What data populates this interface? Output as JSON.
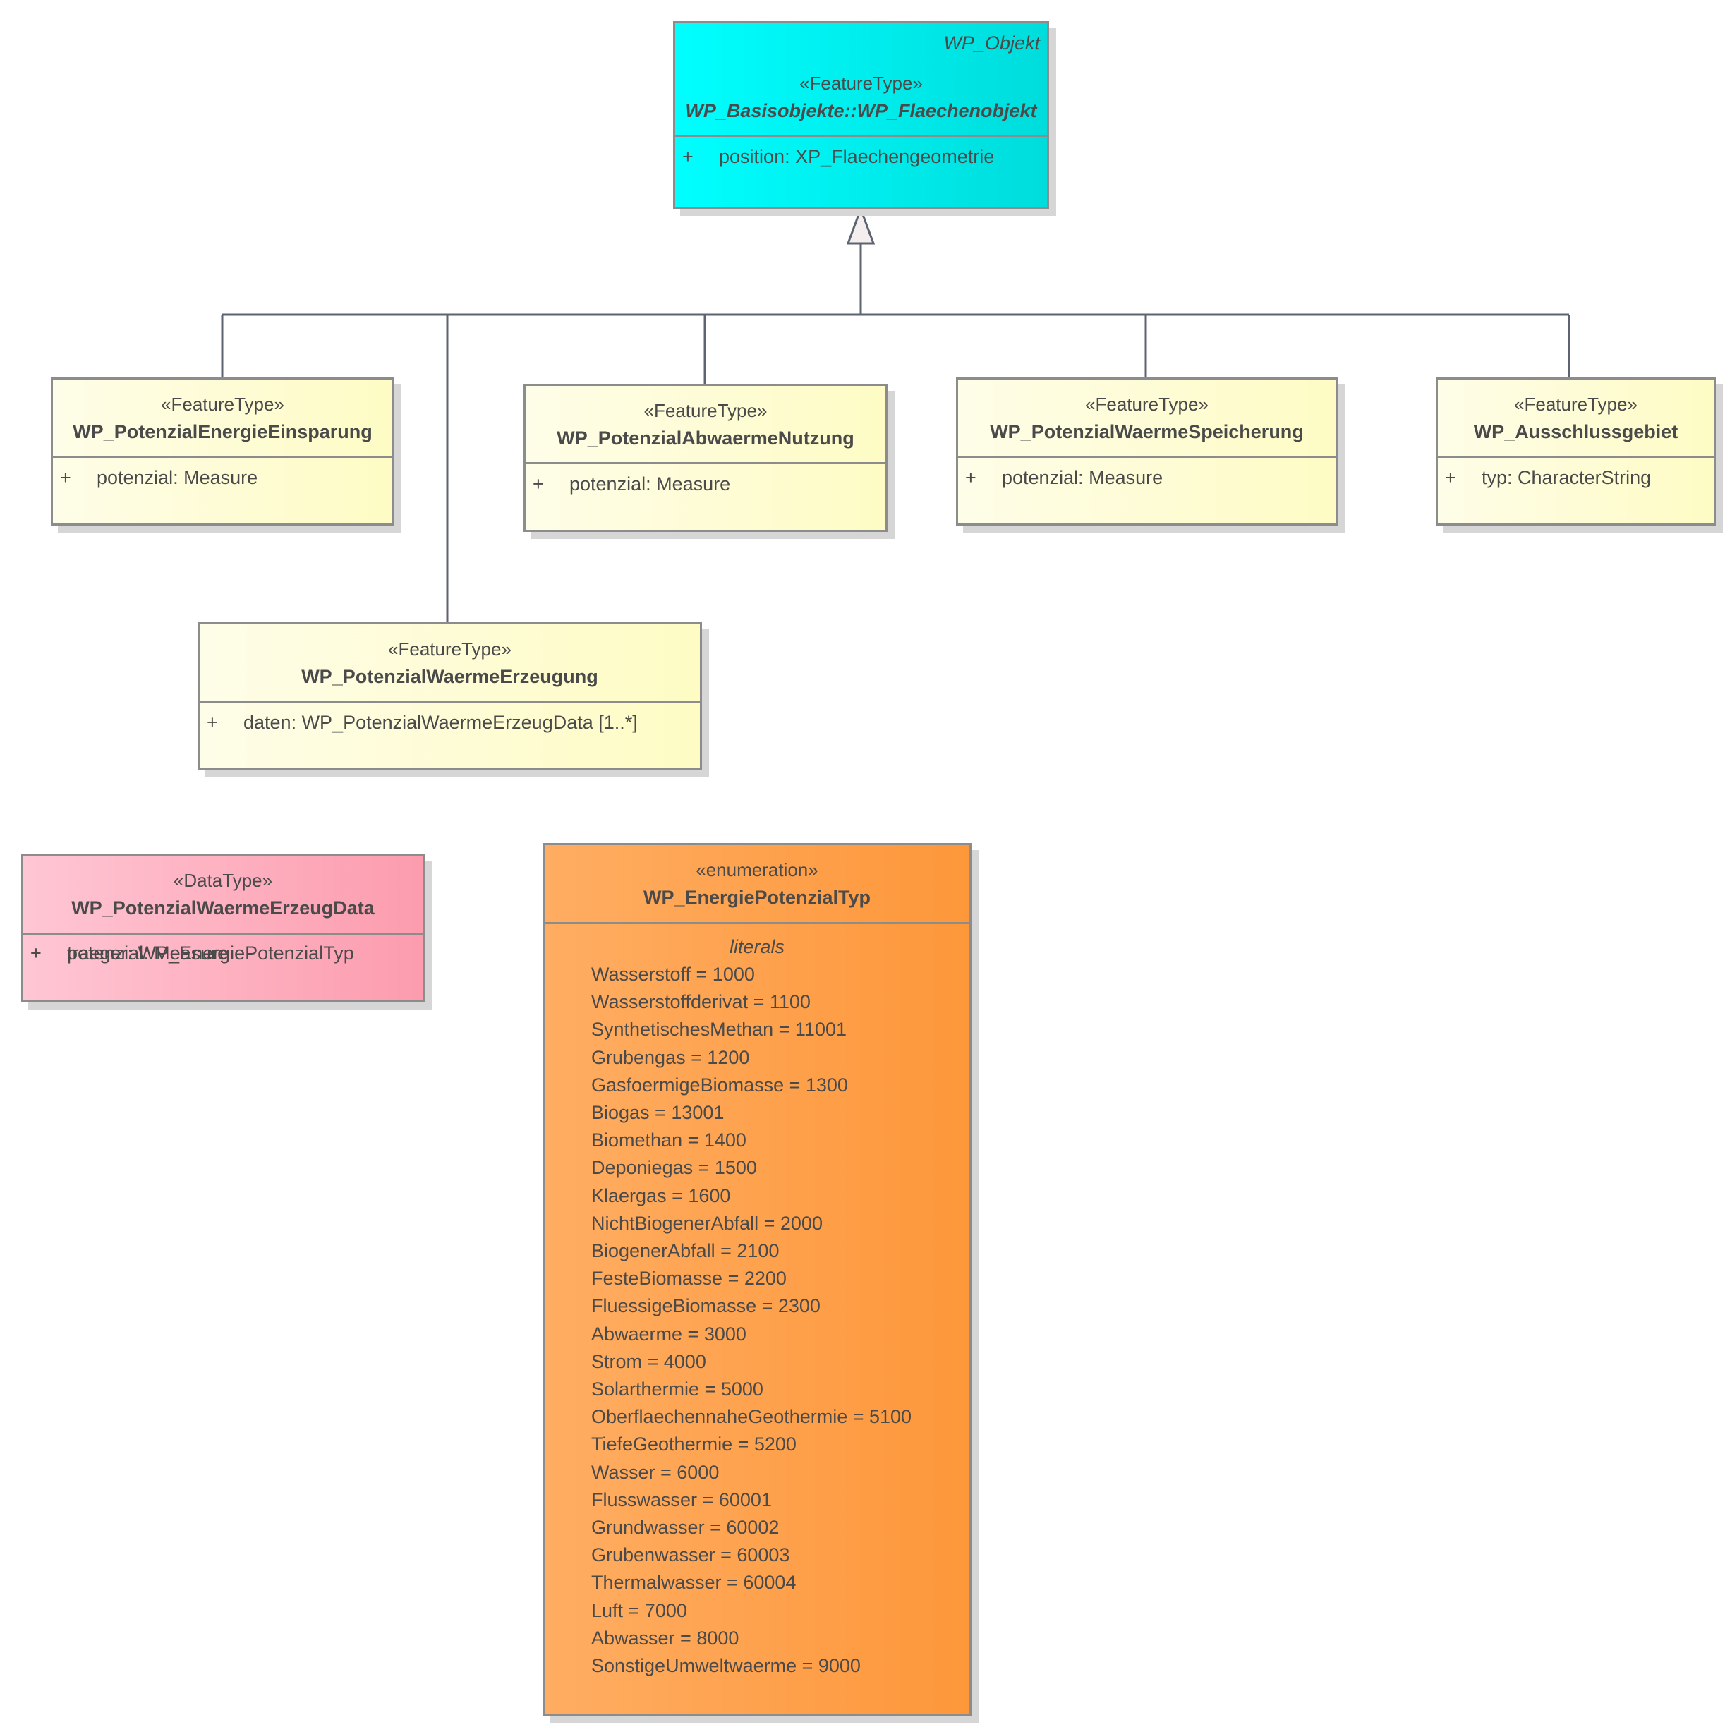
{
  "superclass": {
    "tag": "WP_Objekt",
    "stereotype": "«FeatureType»",
    "name": "WP_Basisobjekte::WP_Flaechenobjekt",
    "attributes": [
      {
        "visibility": "+",
        "text": "position: XP_Flaechengeometrie"
      }
    ]
  },
  "subclasses": {
    "energie_einsparung": {
      "stereotype": "«FeatureType»",
      "name": "WP_PotenzialEnergieEinsparung",
      "attributes": [
        {
          "visibility": "+",
          "text": "potenzial: Measure"
        }
      ]
    },
    "abwaerme_nutzung": {
      "stereotype": "«FeatureType»",
      "name": "WP_PotenzialAbwaermeNutzung",
      "attributes": [
        {
          "visibility": "+",
          "text": "potenzial: Measure"
        }
      ]
    },
    "waerme_speicherung": {
      "stereotype": "«FeatureType»",
      "name": "WP_PotenzialWaermeSpeicherung",
      "attributes": [
        {
          "visibility": "+",
          "text": "potenzial: Measure"
        }
      ]
    },
    "ausschlussgebiet": {
      "stereotype": "«FeatureType»",
      "name": "WP_Ausschlussgebiet",
      "attributes": [
        {
          "visibility": "+",
          "text": "typ: CharacterString"
        }
      ]
    },
    "waerme_erzeugung": {
      "stereotype": "«FeatureType»",
      "name": "WP_PotenzialWaermeErzeugung",
      "attributes": [
        {
          "visibility": "+",
          "text": "daten: WP_PotenzialWaermeErzeugData [1..*]"
        }
      ]
    }
  },
  "datatype": {
    "stereotype": "«DataType»",
    "name": "WP_PotenzialWaermeErzeugData",
    "attributes": [
      {
        "visibility": "+",
        "text": "traeger: WP_EnergiePotenzialTyp"
      },
      {
        "visibility": "+",
        "text": "potenzial: Measure"
      }
    ]
  },
  "enumeration": {
    "stereotype": "«enumeration»",
    "name": "WP_EnergiePotenzialTyp",
    "section_title": "literals",
    "literals": [
      "Wasserstoff = 1000",
      "Wasserstoffderivat = 1100",
      "SynthetischesMethan = 11001",
      "Grubengas = 1200",
      "GasfoermigeBiomasse = 1300",
      "Biogas = 13001",
      "Biomethan = 1400",
      "Deponiegas = 1500",
      "Klaergas = 1600",
      "NichtBiogenerAbfall = 2000",
      "BiogenerAbfall = 2100",
      "FesteBiomasse = 2200",
      "FluessigeBiomasse = 2300",
      "Abwaerme = 3000",
      "Strom = 4000",
      "Solarthermie = 5000",
      "OberflaechennaheGeothermie = 5100",
      "TiefeGeothermie = 5200",
      "Wasser = 6000",
      "Flusswasser = 60001",
      "Grundwasser = 60002",
      "Grubenwasser = 60003",
      "Thermalwasser = 60004",
      "Luft = 7000",
      "Abwasser = 8000",
      "SonstigeUmweltwaerme = 9000"
    ]
  },
  "colors": {
    "feature_type": "#fefcc4",
    "superclass": "#00ffff",
    "datatype": "#fc9cae",
    "enumeration": "#fd973a",
    "border": "#8c8c8c",
    "connector": "#5c6470"
  }
}
